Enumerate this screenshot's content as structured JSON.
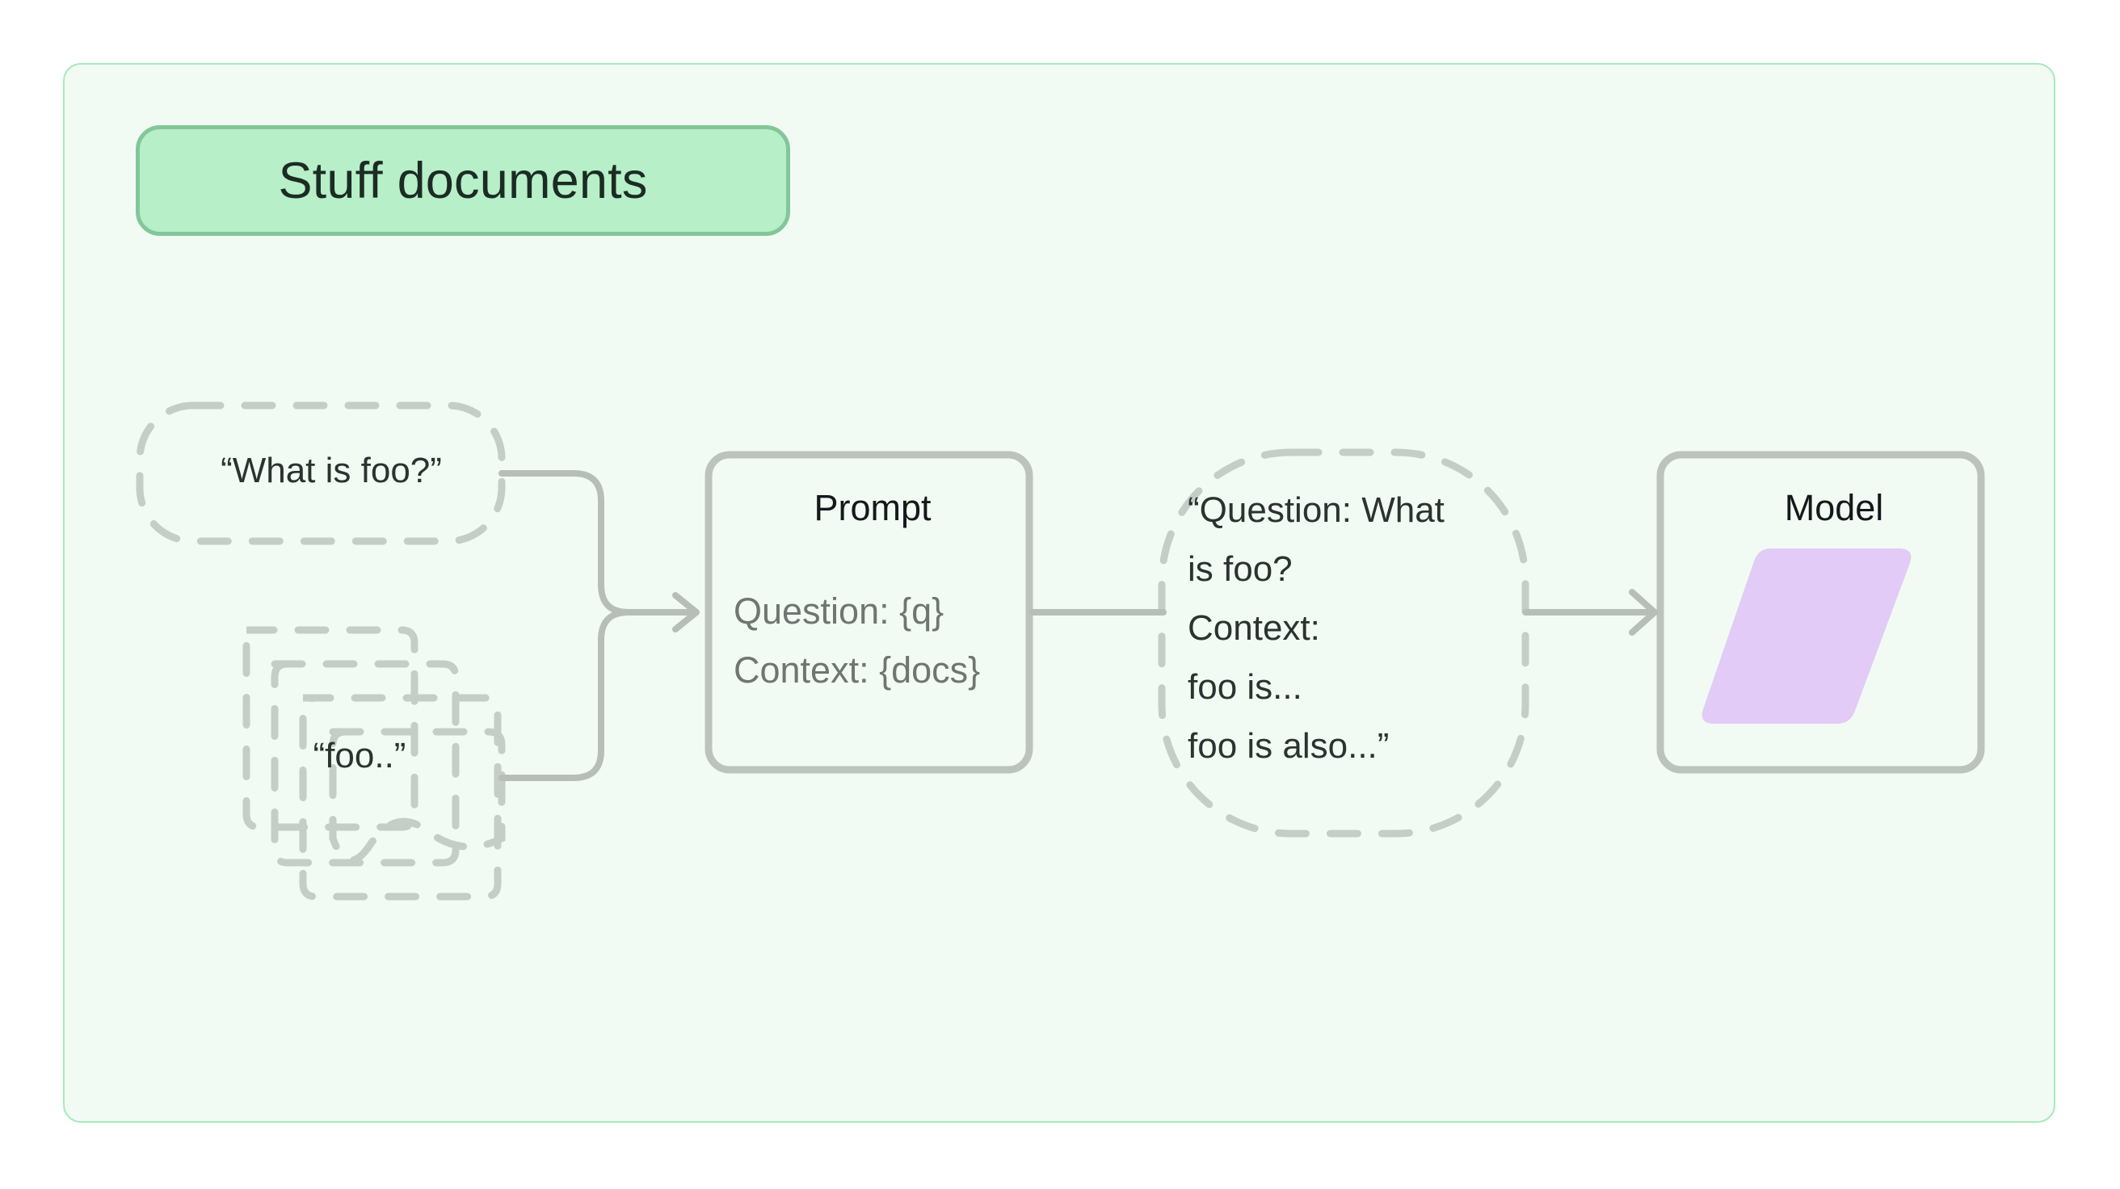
{
  "page": {
    "background_color": "#FFFFFF",
    "container_fill": "#F1FBF3",
    "container_border": "#A7E9BC"
  },
  "title": {
    "label": "Stuff documents",
    "fill": "#B6EFC8",
    "border": "#83C699",
    "text_color": "#1C2B23"
  },
  "nodes": {
    "question_bubble": {
      "name": "question-bubble",
      "text": "“What is foo?”",
      "style": "dashed-rounded",
      "stroke": "#C4CDC7"
    },
    "doc_stack": {
      "name": "document-stack",
      "text": "“foo..”",
      "style": "dashed-document-stack",
      "count": 4,
      "stroke": "#C4CDC7"
    },
    "prompt": {
      "name": "prompt-node",
      "title": "Prompt",
      "body_lines": [
        "Question: {q}",
        "Context: {docs}"
      ],
      "style": "solid-rounded",
      "stroke": "#BCC3BE",
      "title_color": "#14191A",
      "body_color": "#6F7672"
    },
    "merged_bubble": {
      "name": "merged-prompt-bubble",
      "lines": [
        "“Question: What",
        "is foo?",
        "Context:",
        "foo is...",
        "foo is also...”"
      ],
      "style": "dashed-squircle",
      "stroke": "#C4CDC7"
    },
    "model": {
      "name": "model-node",
      "title": "Model",
      "style": "solid-rounded",
      "stroke": "#BCC3BE",
      "title_color": "#14191A",
      "shape": "parallelogram",
      "shape_fill": "#E2CBF7"
    }
  },
  "connectors": {
    "stroke": "#B7BEB9",
    "edges": [
      {
        "name": "question-to-prompt",
        "from": "question_bubble",
        "to": "prompt",
        "arrow": true
      },
      {
        "name": "docs-to-prompt",
        "from": "doc_stack",
        "to": "prompt",
        "arrow": true
      },
      {
        "name": "prompt-to-merged-bubble",
        "from": "prompt",
        "to": "merged_bubble",
        "arrow": false
      },
      {
        "name": "merged-bubble-to-model",
        "from": "merged_bubble",
        "to": "model",
        "arrow": true
      }
    ]
  }
}
